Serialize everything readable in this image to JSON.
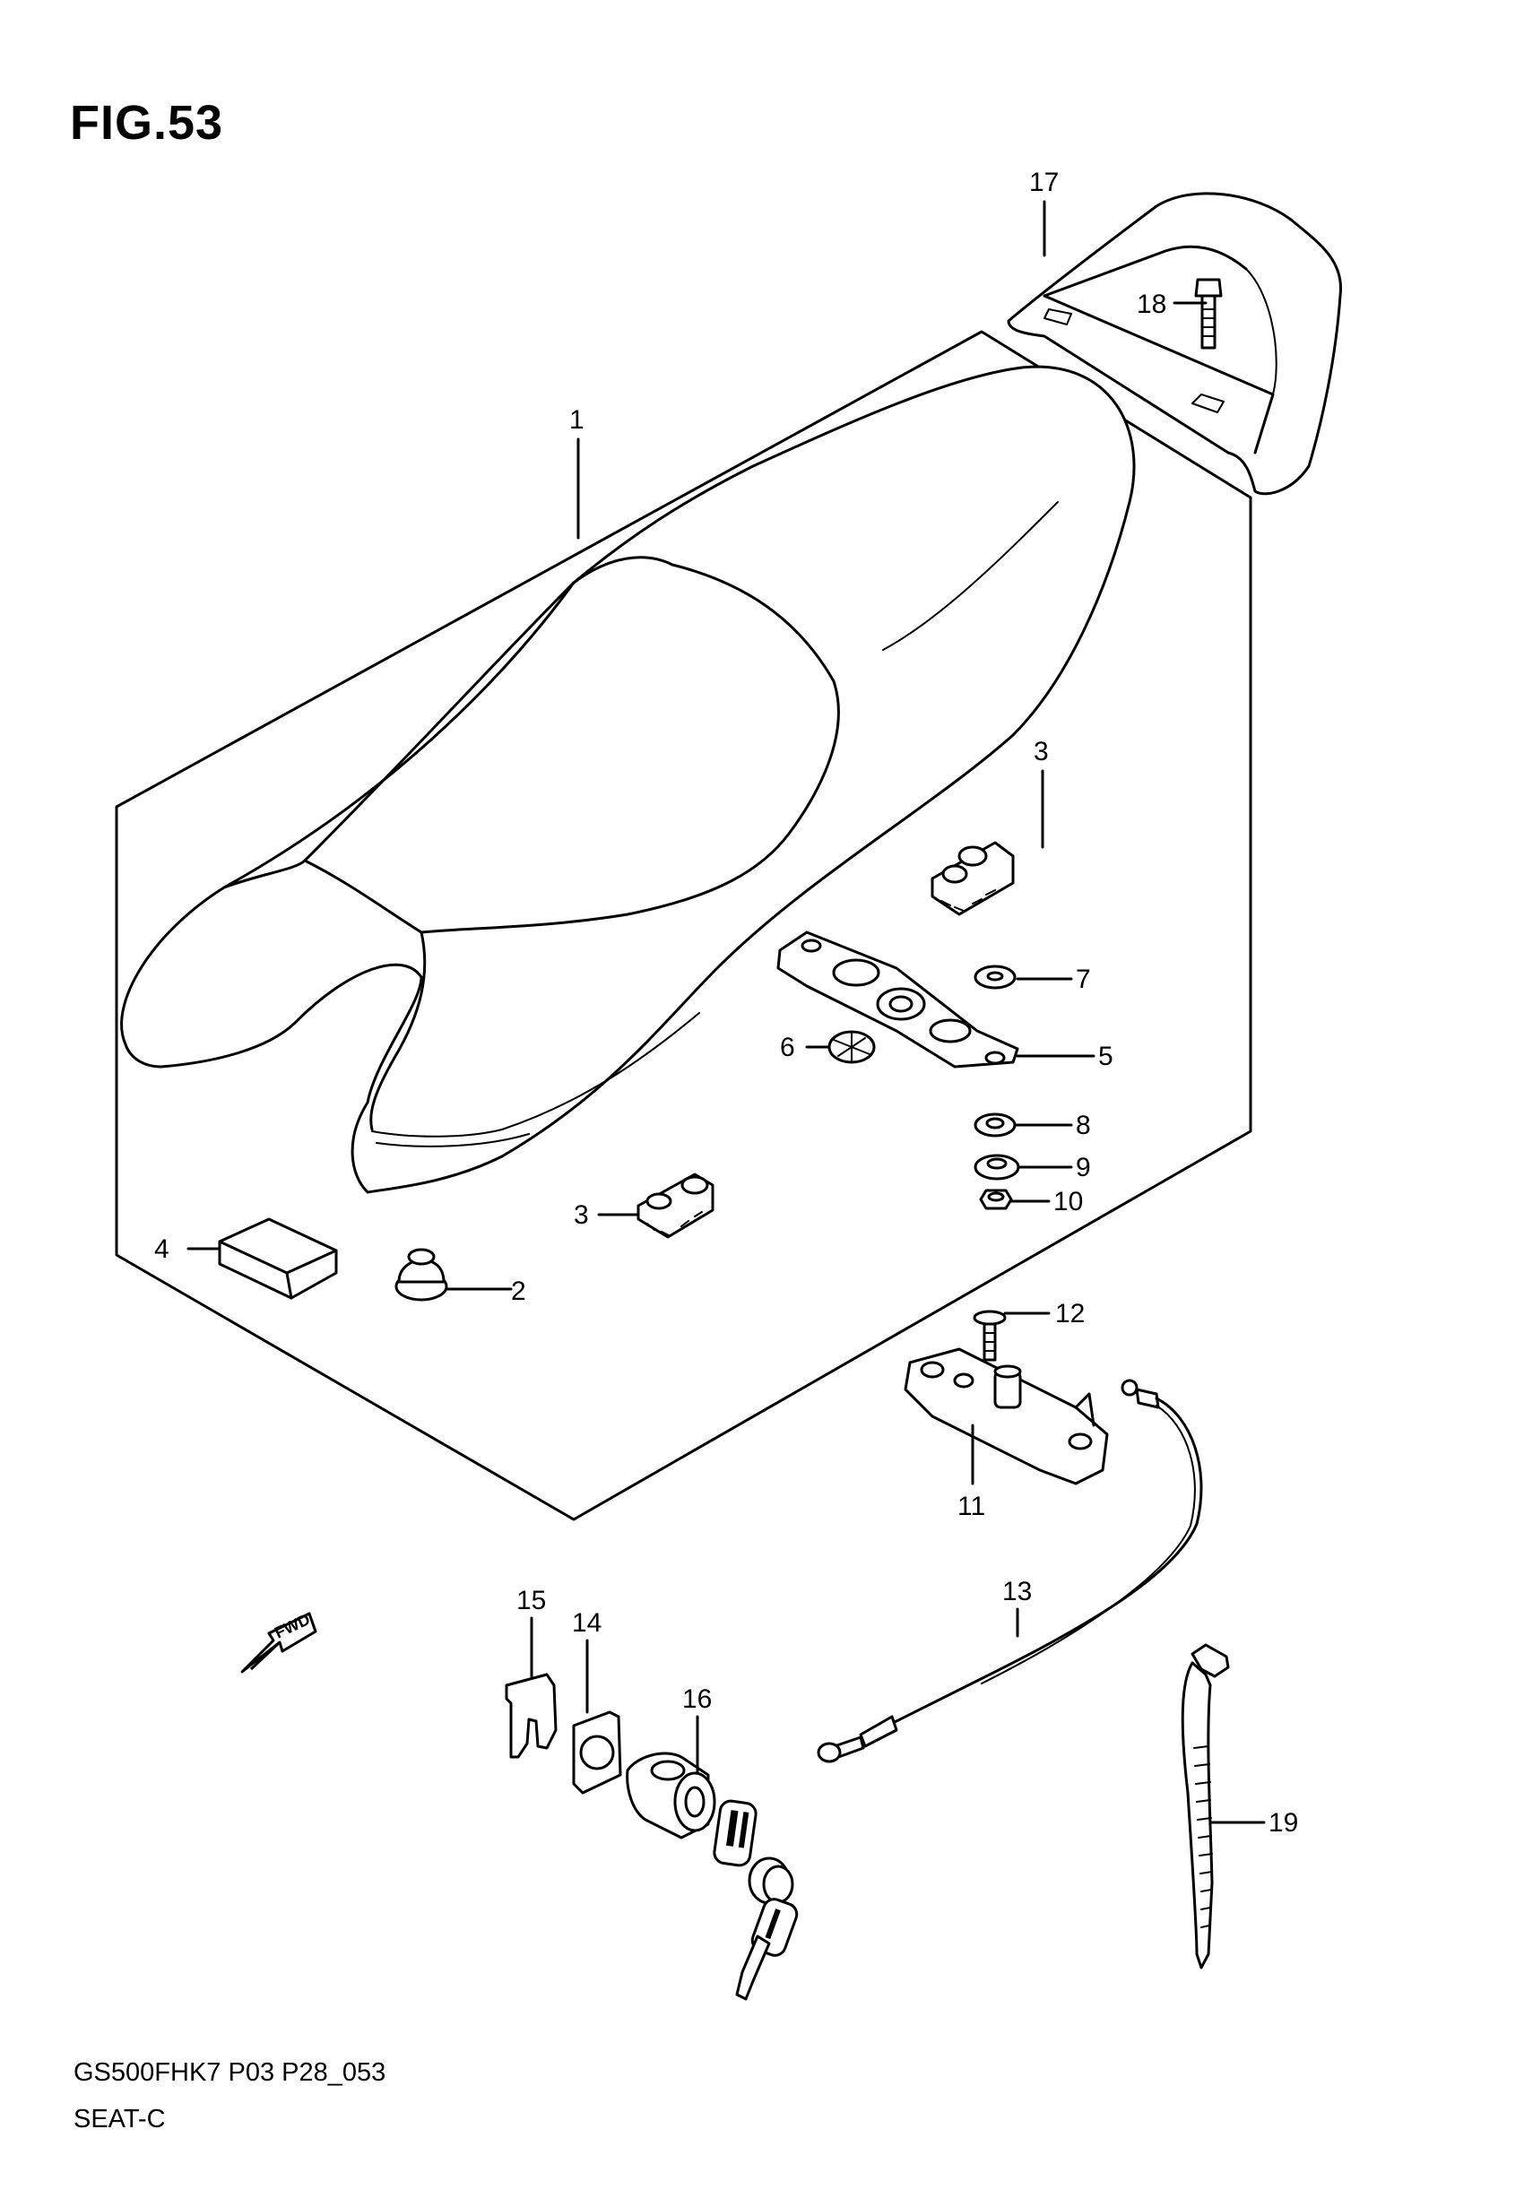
{
  "figure": {
    "title": "FIG.53"
  },
  "footer": {
    "code": "GS500FHK7 P03 P28_053",
    "name": "SEAT-C"
  },
  "fwd_arrow": {
    "label": "FWD"
  },
  "callouts": {
    "c1": "1",
    "c2": "2",
    "c3a": "3",
    "c3b": "3",
    "c4": "4",
    "c5": "5",
    "c6": "6",
    "c7": "7",
    "c8": "8",
    "c9": "9",
    "c10": "10",
    "c11": "11",
    "c12": "12",
    "c13": "13",
    "c14": "14",
    "c15": "15",
    "c16": "16",
    "c17": "17",
    "c18": "18",
    "c19": "19"
  }
}
